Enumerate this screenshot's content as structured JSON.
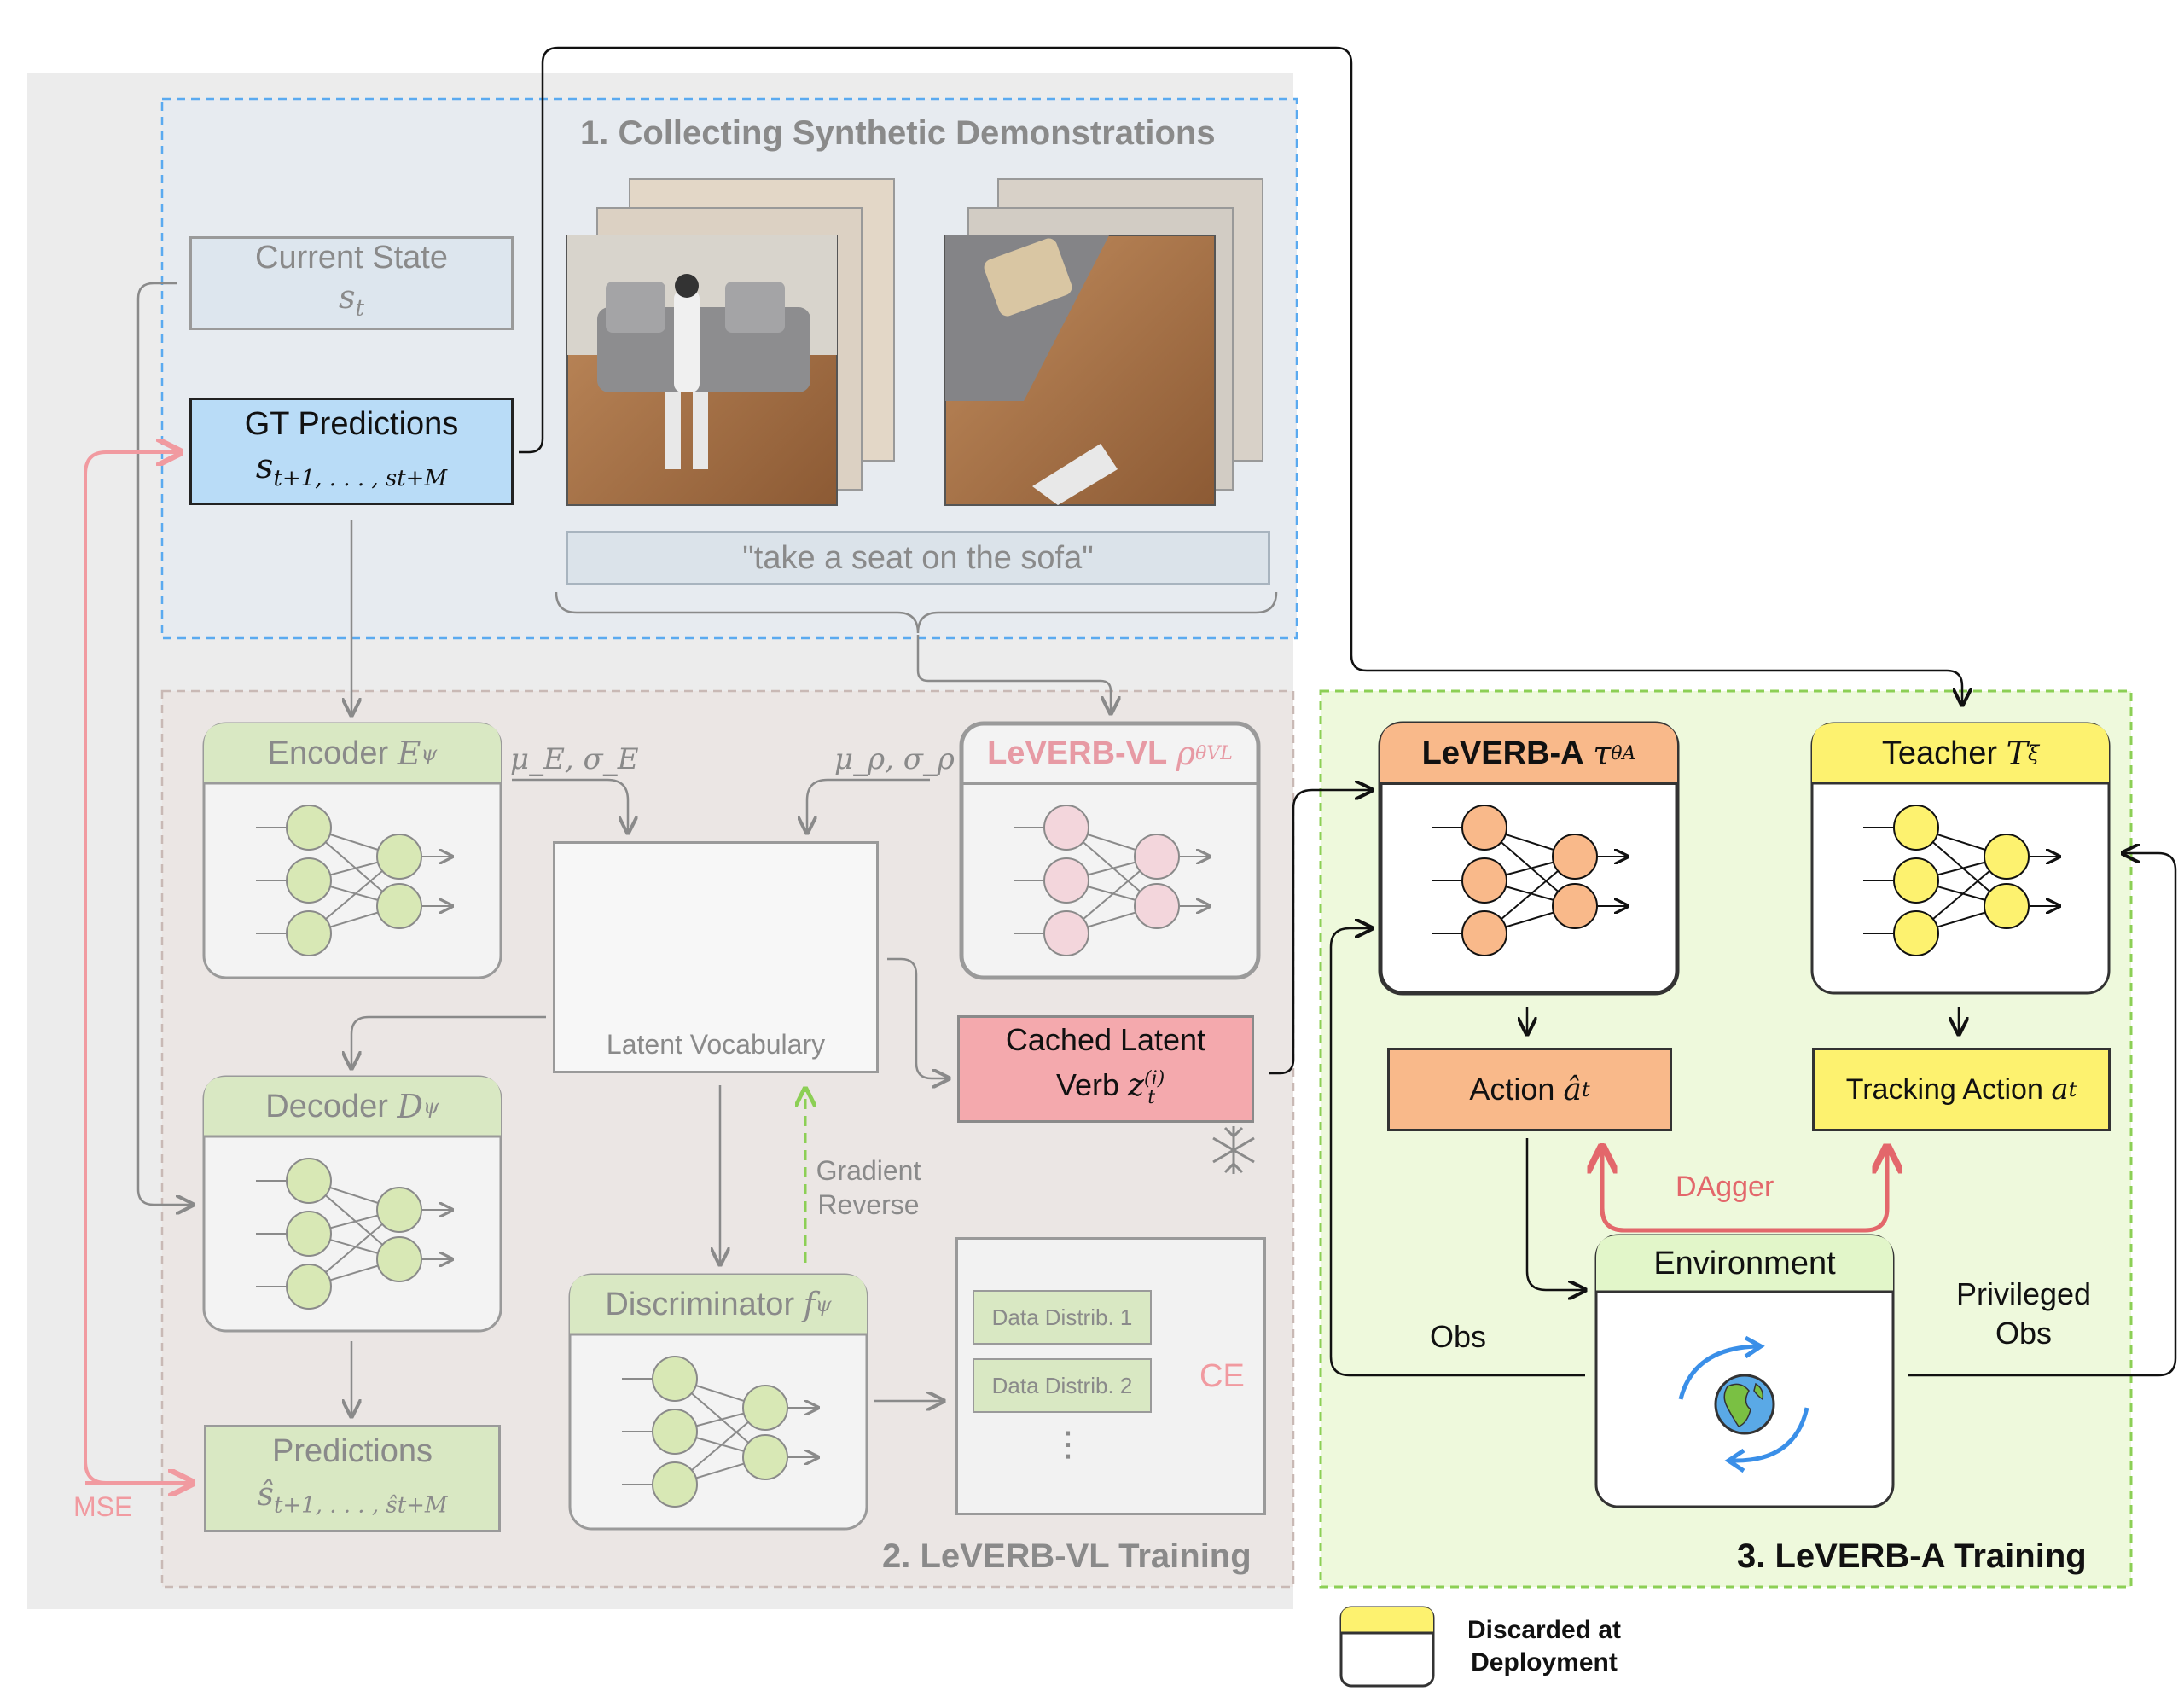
{
  "sections": {
    "s1": "1. Collecting Synthetic Demonstrations",
    "s2": "2. LeVERB-VL Training",
    "s3": "3. LeVERB-A Training"
  },
  "current_state": {
    "label": "Current State",
    "sym": "s",
    "sub": "t"
  },
  "gt_predictions": {
    "label": "GT Predictions",
    "sym": "s",
    "seq": "t+1, . . . , s",
    "sub2": "t+M"
  },
  "instruction": "\"take a seat on the sofa\"",
  "encoder": {
    "label": "Encoder",
    "sym": "E",
    "sub": "ψ"
  },
  "encoder_out": "μ_E, σ_E",
  "leverb_vl": {
    "label": "LeVERB-VL",
    "sym": "ρ",
    "sub": "θVL"
  },
  "vl_out": "μ_ρ, σ_ρ",
  "latent_vocab": "Latent Vocabulary",
  "cached_latent": {
    "line1": "Cached Latent",
    "line2": "Verb",
    "sym": "z",
    "sup": "(i)",
    "sub": "t"
  },
  "decoder": {
    "label": "Decoder",
    "sym": "D",
    "sub": "ψ"
  },
  "gradient_reverse": {
    "line1": "Gradient",
    "line2": "Reverse"
  },
  "discriminator": {
    "label": "Discriminator",
    "sym": "f",
    "sub": "ψ"
  },
  "data_distribs": [
    "Data Distrib. 1",
    "Data Distrib. 2"
  ],
  "ellipsis": "⋮",
  "ce": "CE",
  "predictions": {
    "label": "Predictions",
    "sym": "ŝ",
    "seq": "t+1, . . . , ŝ",
    "sub2": "t+M"
  },
  "mse": "MSE",
  "leverb_a": {
    "label": "LeVERB-A",
    "sym": "τ",
    "sub": "θA"
  },
  "teacher": {
    "label": "Teacher",
    "sym": "T",
    "sub": "ξ"
  },
  "action": {
    "label": "Action",
    "sym": "â",
    "sub": "t"
  },
  "tracking_action": {
    "label": "Tracking Action",
    "sym": "a",
    "sub": "t"
  },
  "dagger": "DAgger",
  "environment": "Environment",
  "obs": "Obs",
  "privileged_obs": {
    "line1": "Privileged",
    "line2": "Obs"
  },
  "legend": {
    "line1": "Discarded at",
    "line2": "Deployment"
  },
  "icons": [
    "snowflake-icon",
    "globe-icon",
    "neural-net-icon",
    "gaussian-surface-icon",
    "robot-scene-image"
  ],
  "colors": {
    "green_head": "#d9e8c3",
    "green_node": "#d8e8b5",
    "pink_node": "#f3d6dc",
    "orange": "#f9b98a",
    "yellow": "#fdf26f",
    "cached_red": "#f4a9ad",
    "blue_dash": "#5aaaf0",
    "green_dash": "#8ccf55",
    "mse_red": "#f19aa0",
    "dagger_red": "#e3676b"
  }
}
